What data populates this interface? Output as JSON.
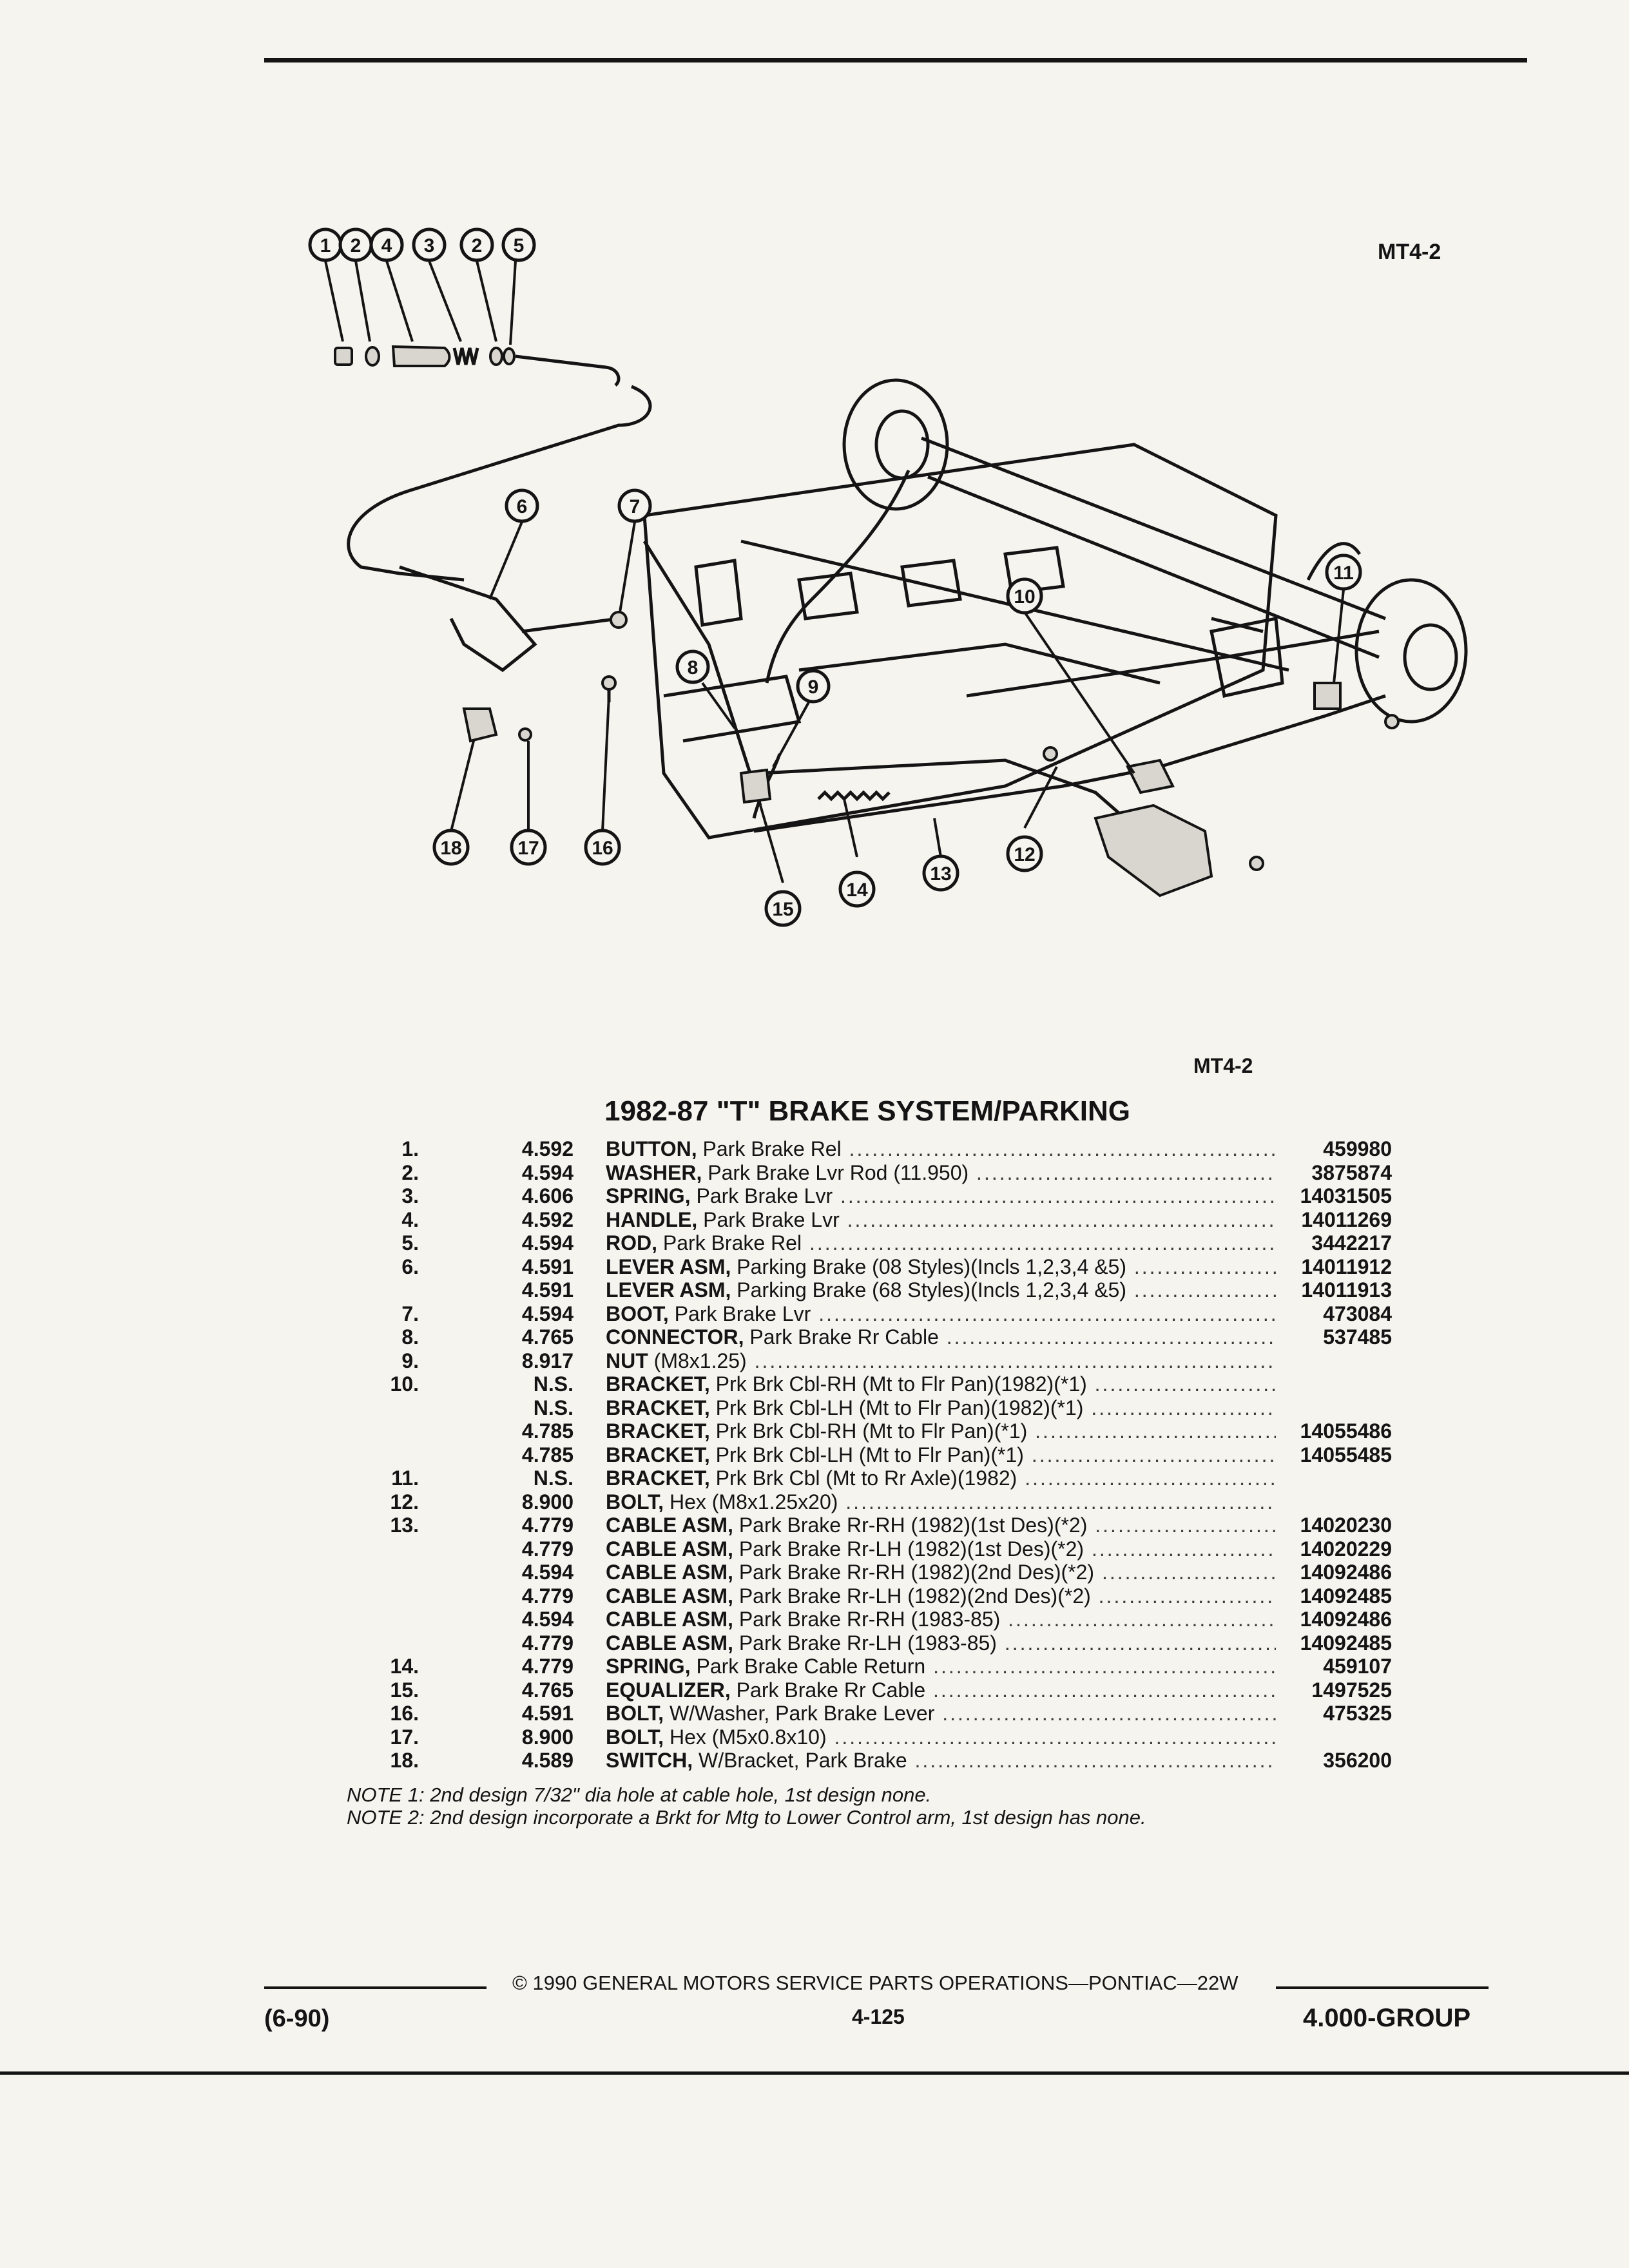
{
  "figure_label_top": "MT4-2",
  "figure_label_bottom": "MT4-2",
  "title": "1982-87 \"T\" BRAKE SYSTEM/PARKING",
  "callouts": [
    "1",
    "2",
    "4",
    "3",
    "2",
    "5",
    "6",
    "7",
    "8",
    "9",
    "10",
    "11",
    "12",
    "13",
    "14",
    "15",
    "16",
    "17",
    "18"
  ],
  "parts": [
    {
      "no": "1.",
      "group": "4.592",
      "name": "BUTTON,",
      "desc": " Park Brake Rel",
      "part_no": "459980"
    },
    {
      "no": "2.",
      "group": "4.594",
      "name": "WASHER,",
      "desc": " Park Brake Lvr Rod (11.950)",
      "part_no": "3875874"
    },
    {
      "no": "3.",
      "group": "4.606",
      "name": "SPRING,",
      "desc": " Park Brake Lvr",
      "part_no": "14031505"
    },
    {
      "no": "4.",
      "group": "4.592",
      "name": "HANDLE,",
      "desc": " Park Brake Lvr",
      "part_no": "14011269"
    },
    {
      "no": "5.",
      "group": "4.594",
      "name": "ROD,",
      "desc": " Park Brake Rel",
      "part_no": "3442217"
    },
    {
      "no": "6.",
      "group": "4.591",
      "name": "LEVER ASM,",
      "desc": " Parking Brake (08 Styles)(Incls 1,2,3,4 &5)",
      "part_no": "14011912"
    },
    {
      "no": "",
      "group": "4.591",
      "name": "LEVER ASM,",
      "desc": " Parking Brake (68 Styles)(Incls 1,2,3,4 &5)",
      "part_no": "14011913"
    },
    {
      "no": "7.",
      "group": "4.594",
      "name": "BOOT,",
      "desc": " Park Brake Lvr",
      "part_no": "473084"
    },
    {
      "no": "8.",
      "group": "4.765",
      "name": "CONNECTOR,",
      "desc": " Park Brake Rr Cable",
      "part_no": "537485"
    },
    {
      "no": "9.",
      "group": "8.917",
      "name": "NUT",
      "desc": " (M8x1.25)",
      "part_no": ""
    },
    {
      "no": "10.",
      "group": "N.S.",
      "name": "BRACKET,",
      "desc": " Prk Brk Cbl-RH (Mt to Flr Pan)(1982)(*1)",
      "part_no": ""
    },
    {
      "no": "",
      "group": "N.S.",
      "name": "BRACKET,",
      "desc": " Prk Brk Cbl-LH (Mt to Flr Pan)(1982)(*1)",
      "part_no": ""
    },
    {
      "no": "",
      "group": "4.785",
      "name": "BRACKET,",
      "desc": " Prk Brk Cbl-RH (Mt to Flr Pan)(*1)",
      "part_no": "14055486"
    },
    {
      "no": "",
      "group": "4.785",
      "name": "BRACKET,",
      "desc": " Prk Brk Cbl-LH (Mt to Flr Pan)(*1)",
      "part_no": "14055485"
    },
    {
      "no": "11.",
      "group": "N.S.",
      "name": "BRACKET,",
      "desc": " Prk Brk Cbl (Mt to Rr Axle)(1982)",
      "part_no": ""
    },
    {
      "no": "12.",
      "group": "8.900",
      "name": "BOLT,",
      "desc": " Hex (M8x1.25x20)",
      "part_no": ""
    },
    {
      "no": "13.",
      "group": "4.779",
      "name": "CABLE ASM,",
      "desc": " Park Brake Rr-RH (1982)(1st Des)(*2)",
      "part_no": "14020230"
    },
    {
      "no": "",
      "group": "4.779",
      "name": "CABLE ASM,",
      "desc": " Park Brake Rr-LH (1982)(1st Des)(*2)",
      "part_no": "14020229"
    },
    {
      "no": "",
      "group": "4.594",
      "name": "CABLE ASM,",
      "desc": " Park Brake Rr-RH (1982)(2nd Des)(*2)",
      "part_no": "14092486"
    },
    {
      "no": "",
      "group": "4.779",
      "name": "CABLE ASM,",
      "desc": " Park Brake Rr-LH (1982)(2nd Des)(*2)",
      "part_no": "14092485"
    },
    {
      "no": "",
      "group": "4.594",
      "name": "CABLE ASM,",
      "desc": " Park Brake Rr-RH (1983-85)",
      "part_no": "14092486"
    },
    {
      "no": "",
      "group": "4.779",
      "name": "CABLE ASM,",
      "desc": " Park Brake Rr-LH (1983-85)",
      "part_no": "14092485"
    },
    {
      "no": "14.",
      "group": "4.779",
      "name": "SPRING,",
      "desc": " Park Brake Cable Return",
      "part_no": "459107"
    },
    {
      "no": "15.",
      "group": "4.765",
      "name": "EQUALIZER,",
      "desc": " Park Brake Rr Cable",
      "part_no": "1497525"
    },
    {
      "no": "16.",
      "group": "4.591",
      "name": "BOLT,",
      "desc": " W/Washer, Park Brake Lever",
      "part_no": "475325"
    },
    {
      "no": "17.",
      "group": "8.900",
      "name": "BOLT,",
      "desc": " Hex (M5x0.8x10)",
      "part_no": ""
    },
    {
      "no": "18.",
      "group": "4.589",
      "name": "SWITCH,",
      "desc": " W/Bracket, Park Brake",
      "part_no": "356200"
    }
  ],
  "notes": [
    "NOTE 1: 2nd design 7/32\" dia hole at cable hole, 1st design none.",
    "NOTE 2: 2nd design incorporate a Brkt for Mtg to Lower Control arm, 1st design has none."
  ],
  "footer": {
    "copyright": "© 1990 GENERAL MOTORS SERVICE PARTS OPERATIONS—PONTIAC—22W",
    "date_code": "(6-90)",
    "page_number": "4-125",
    "group": "4.000-GROUP"
  }
}
